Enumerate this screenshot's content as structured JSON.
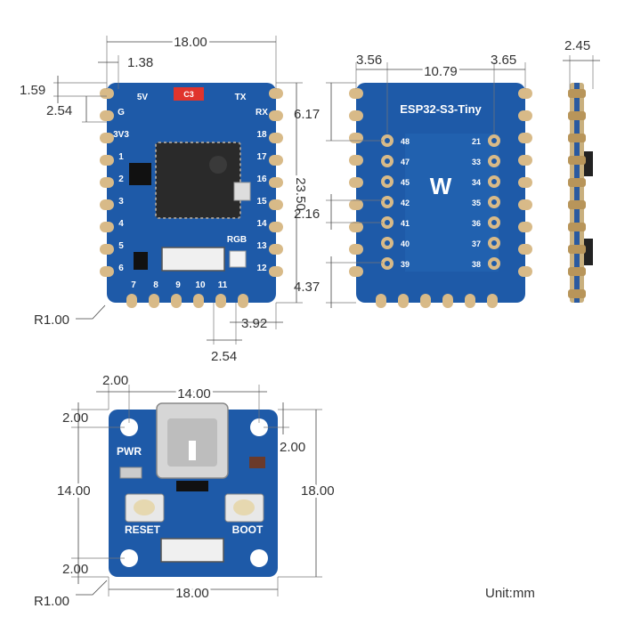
{
  "front_view": {
    "dimensions": {
      "width": "18.00",
      "left_margin": "1.38",
      "top_margin": "1.59",
      "pin_pitch": "2.54",
      "height": "23.50",
      "corner_radius": "R1.00",
      "bottom_pitch": "2.54",
      "edge_offset": "3.92"
    },
    "silkscreen": {
      "top": [
        "5V",
        "C3",
        "TX"
      ],
      "left_pins": [
        "G",
        "3V3",
        "1",
        "2",
        "3",
        "4",
        "5",
        "6"
      ],
      "right_pins": [
        "RX",
        "18",
        "17",
        "16",
        "15",
        "14",
        "13",
        "12"
      ],
      "bottom_pins": [
        "7",
        "8",
        "9",
        "10",
        "11"
      ],
      "rgb": "RGB"
    }
  },
  "back_view": {
    "dimensions": {
      "left_offset": "3.56",
      "pin_span": "10.79",
      "right_offset": "3.65",
      "top_offset": "6.17",
      "pin_pitch": "2.16",
      "bottom_offset": "4.37"
    },
    "title": "ESP32-S3-Tiny",
    "left_pins": [
      "48",
      "47",
      "45",
      "42",
      "41",
      "40",
      "39"
    ],
    "right_pins": [
      "21",
      "33",
      "34",
      "35",
      "36",
      "37",
      "38"
    ]
  },
  "side_view": {
    "dimensions": {
      "thickness": "2.45"
    }
  },
  "bottom_board": {
    "dimensions": {
      "left_margin": "2.00",
      "hole_span_x": "14.00",
      "top_margin": "2.00",
      "right_margin": "2.00",
      "hole_span_y": "14.00",
      "bottom_margin": "2.00",
      "height": "18.00",
      "width": "18.00",
      "corner_radius": "R1.00"
    },
    "labels": {
      "pwr": "PWR",
      "reset": "RESET",
      "boot": "BOOT"
    }
  },
  "unit": "Unit:mm",
  "colors": {
    "pcb": "#1e5aa8",
    "pad": "#d8ba88",
    "chip": "#2a2a2a",
    "silk": "#ffffff",
    "red_marker": "#e0342c"
  }
}
